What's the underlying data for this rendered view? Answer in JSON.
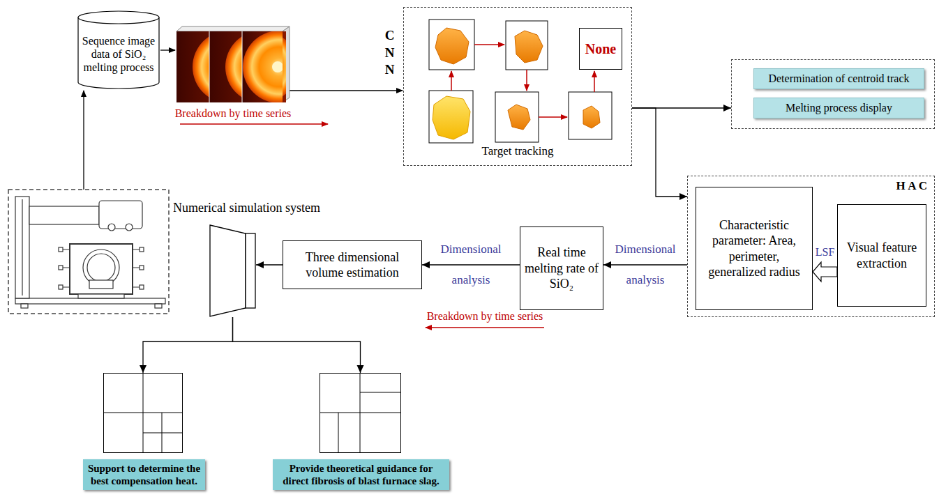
{
  "diagram": {
    "nodes": [
      {
        "text": [
          "Sequence image data of SiO₂ melting process"
        ]
      },
      {
        "text": [
          "CNN",
          "Target tracking"
        ]
      },
      {
        "text": [
          "None"
        ],
        "in": 1
      },
      {
        "text": []
      },
      {
        "text": [
          "Determination of centroid track"
        ],
        "in": 3
      },
      {
        "text": [
          "Melting process display"
        ],
        "in": 3
      },
      {
        "text": [
          "H A C"
        ]
      },
      {
        "text": [
          "Characteristic parameter: Area, perimeter, generalized radius"
        ],
        "in": 6
      },
      {
        "text": [
          "Visual feature extraction"
        ],
        "in": 6
      },
      {
        "text": [
          "Real time melting rate of SiO₂"
        ]
      },
      {
        "text": [
          "Three dimensional volume estimation"
        ]
      },
      {
        "text": [
          "Numerical simulation system"
        ]
      },
      {
        "text": [
          "Support to determine the best compensation heat."
        ]
      },
      {
        "text": [
          "Provide theoretical guidance for direct fibrosis of blast furnace slag."
        ]
      }
    ],
    "edges": [
      {
        "from": 1,
        "to": 3,
        "arrow": "to"
      },
      {
        "from": 1,
        "to": 6,
        "arrow": "to"
      },
      {
        "from": 8,
        "to": 7,
        "arrow": "to",
        "label": "LSF"
      },
      {
        "from": 6,
        "to": 9,
        "arrow": "to",
        "label": "Dimensional analysis"
      },
      {
        "from": 9,
        "to": 10,
        "arrow": "to",
        "label": "Dimensional analysis"
      },
      {
        "from": 10,
        "to": 11,
        "arrow": "to"
      },
      {
        "from": 11,
        "to": 12,
        "arrow": "to"
      },
      {
        "from": 11,
        "to": 13,
        "arrow": "to"
      }
    ],
    "labels": [
      "Breakdown by time series",
      "Breakdown by time series"
    ]
  }
}
